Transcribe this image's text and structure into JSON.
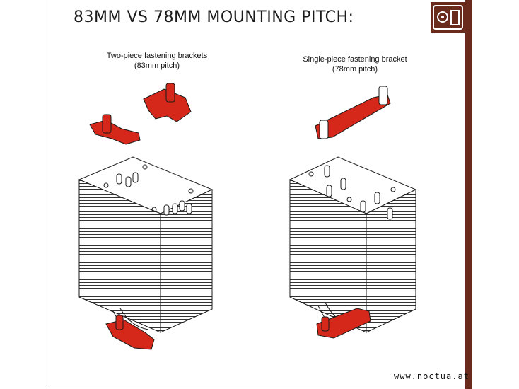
{
  "title": "83MM VS 78MM MOUNTING PITCH:",
  "left_caption": {
    "line1": "Two-piece fastening brackets",
    "line2": "(83mm pitch)"
  },
  "right_caption": {
    "line1": "Single-piece fastening bracket",
    "line2": "(78mm pitch)"
  },
  "website": "www.noctua.at",
  "logo_icon": "noctua-owl-icon",
  "colors": {
    "bracket_red": "#d5281b",
    "brand_brown": "#6b2b1c",
    "line": "#1a1a1a"
  }
}
